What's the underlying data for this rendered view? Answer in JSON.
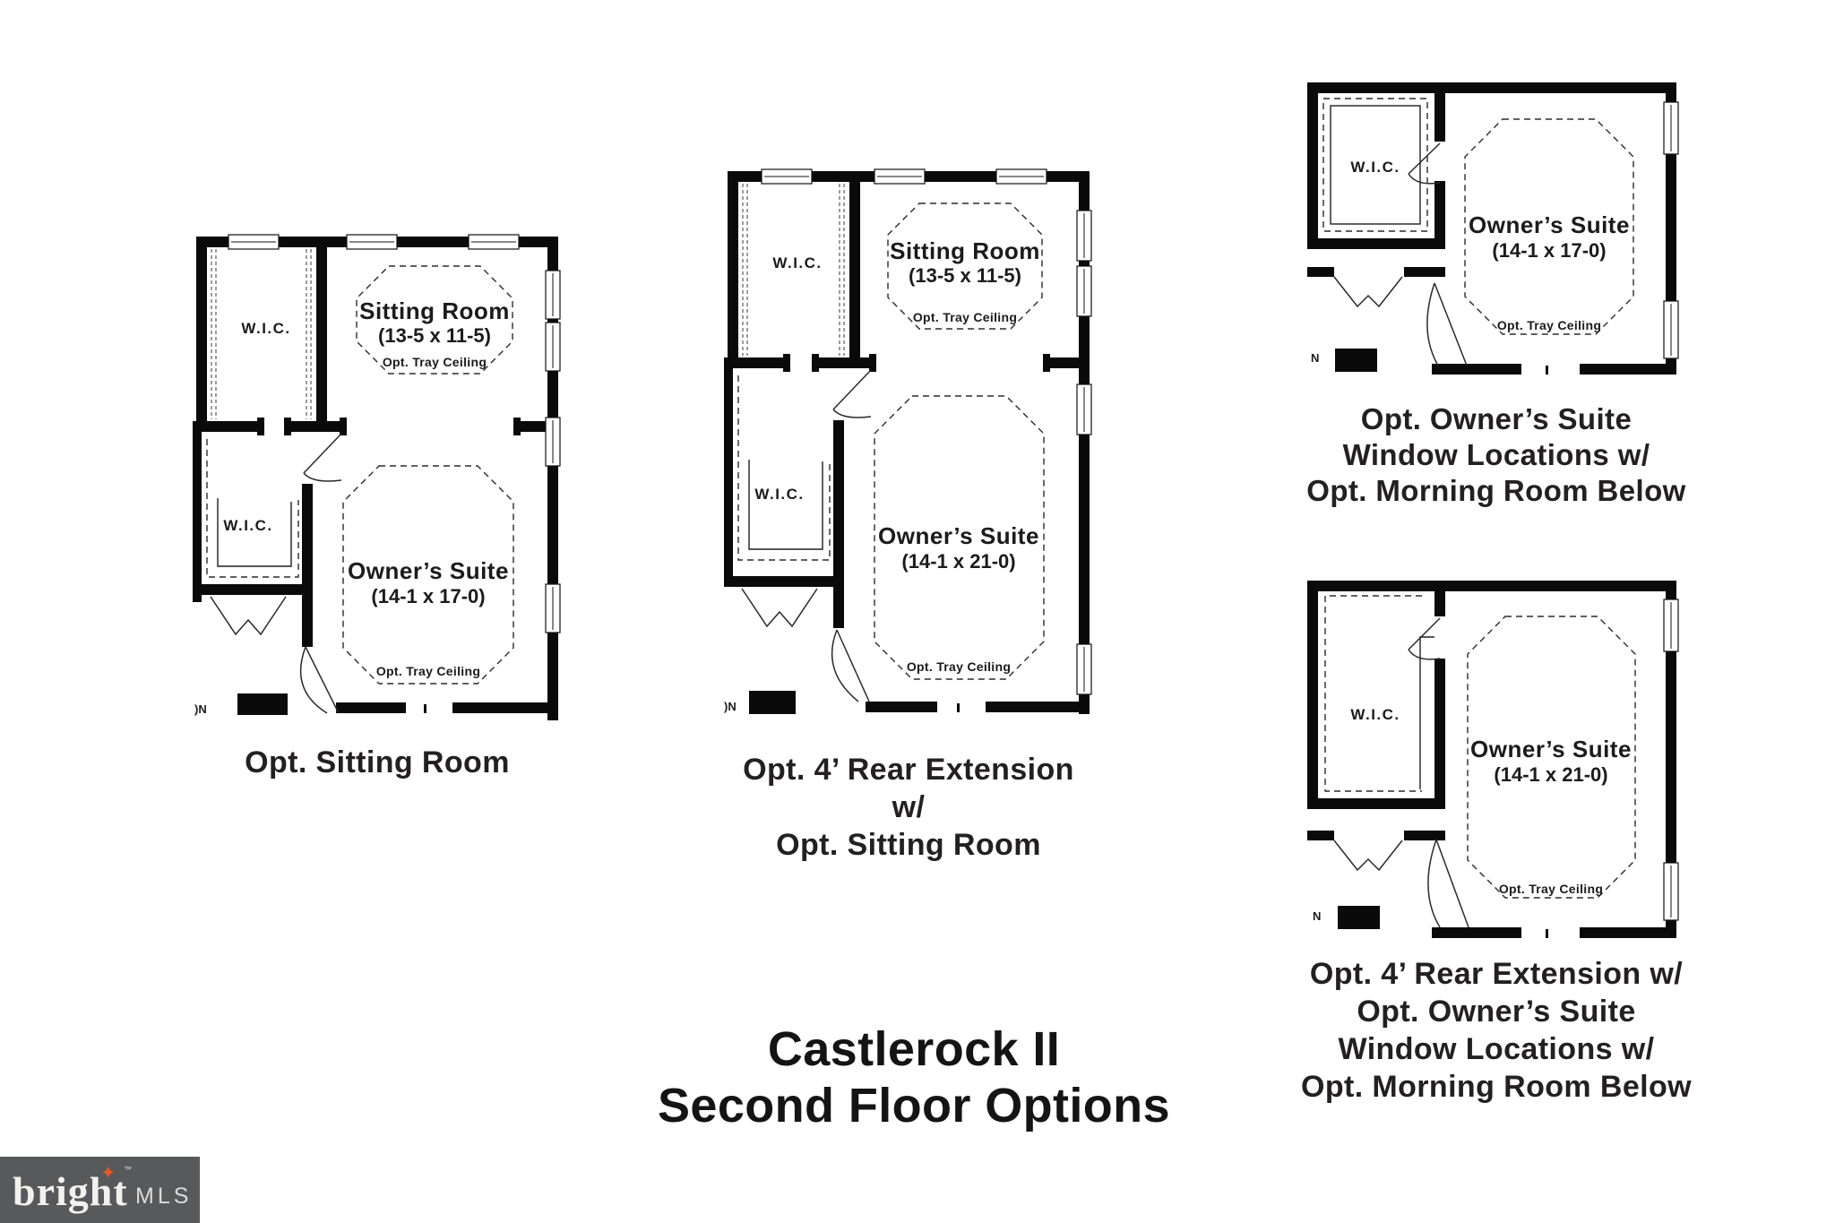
{
  "title": {
    "line1": "Castlerock II",
    "line2": "Second Floor Options"
  },
  "logo": {
    "brand": "bright",
    "star": "✦",
    "tm": "™",
    "suffix": "MLS"
  },
  "plan1": {
    "caption1": "Opt. Sitting Room",
    "wic_top": "W.I.C.",
    "wic_bottom": "W.I.C.",
    "sitting_name": "Sitting Room",
    "sitting_dim": "(13-5 x 11-5)",
    "sitting_note": "Opt. Tray Ceiling",
    "suite_name": "Owner’s Suite",
    "suite_dim": "(14-1 x 17-0)",
    "suite_note": "Opt. Tray Ceiling",
    "stair_label": ")N"
  },
  "plan2": {
    "caption1": "Opt. 4’ Rear Extension w/",
    "caption2": "Opt. Sitting Room",
    "wic_top": "W.I.C.",
    "wic_bottom": "W.I.C.",
    "sitting_name": "Sitting Room",
    "sitting_dim": "(13-5 x 11-5)",
    "sitting_note": "Opt. Tray Ceiling",
    "suite_name": "Owner’s Suite",
    "suite_dim": "(14-1 x 21-0)",
    "suite_note": "Opt. Tray Ceiling",
    "stair_label": ")N"
  },
  "plan3": {
    "caption1": "Opt. Owner’s Suite",
    "caption2": "Window Locations w/",
    "caption3": "Opt. Morning Room Below",
    "wic": "W.I.C.",
    "suite_name": "Owner’s Suite",
    "suite_dim": "(14-1 x 17-0)",
    "suite_note": "Opt. Tray Ceiling",
    "stair_label": "N"
  },
  "plan4": {
    "caption1": "Opt. 4’ Rear Extension w/",
    "caption2": "Opt. Owner’s Suite",
    "caption3": "Window Locations w/",
    "caption4": "Opt. Morning Room Below",
    "wic": "W.I.C.",
    "suite_name": "Owner’s Suite",
    "suite_dim": "(14-1 x 21-0)",
    "suite_note": "Opt. Tray Ceiling",
    "stair_label": "N"
  }
}
